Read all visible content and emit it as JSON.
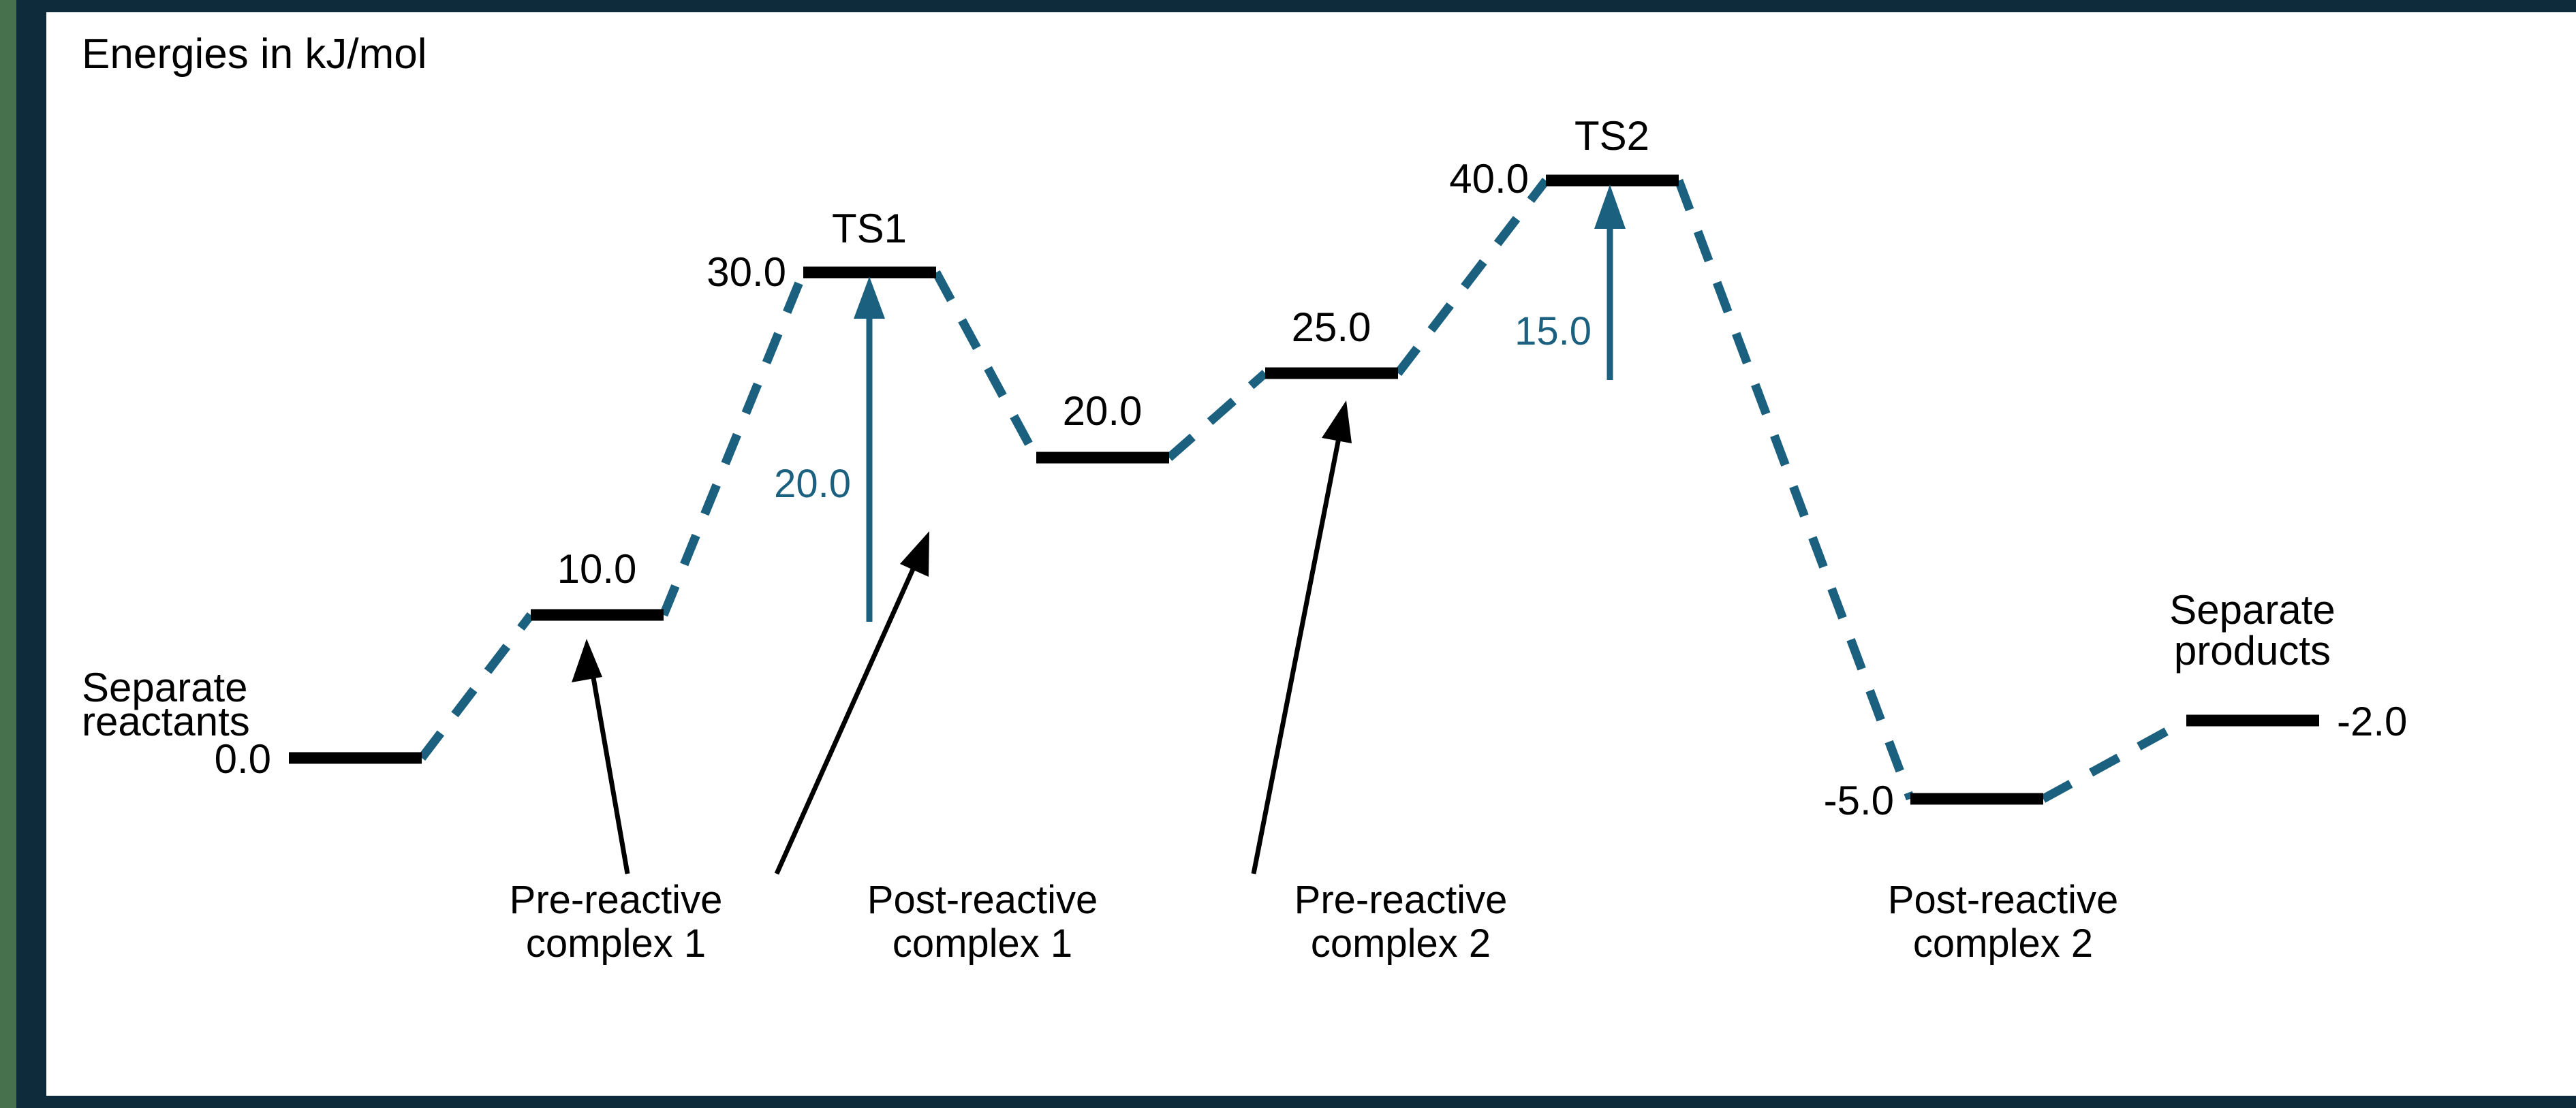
{
  "figure": {
    "title": "Energies in kJ/mol",
    "frame_color": "#0d2b3a",
    "outer_color": "#47704c",
    "plot_background": "#ffffff",
    "level_color": "#000000",
    "connector_color": "#1b607e",
    "barrier_color": "#1b607e",
    "annotation_color": "#000000"
  },
  "chart_data": {
    "type": "line",
    "title": "Energies in kJ/mol",
    "xlabel": "",
    "ylabel": "Energies in kJ/mol",
    "units": "kJ/mol",
    "grid": false,
    "legend": "none",
    "ylim": [
      -5.0,
      40.0
    ],
    "categories": [
      "Separate reactants",
      "Pre-reactive complex 1",
      "TS1",
      "Post-reactive complex 1",
      "Pre-reactive complex 2",
      "TS2",
      "Post-reactive complex 2",
      "Separate products"
    ],
    "values": [
      0.0,
      10.0,
      30.0,
      20.0,
      25.0,
      40.0,
      -5.0,
      -2.0
    ],
    "value_labels": [
      "0.0",
      "10.0",
      "30.0",
      "20.0",
      "25.0",
      "40.0",
      "-5.0",
      "-2.0"
    ],
    "barriers": [
      {
        "name": "TS1 barrier",
        "label": "20.0",
        "value": 20.0,
        "from": "Pre-reactive complex 1",
        "to": "TS1"
      },
      {
        "name": "TS2 barrier",
        "label": "15.0",
        "value": 15.0,
        "from": "Pre-reactive complex 2",
        "to": "TS2"
      }
    ]
  },
  "levels": [
    {
      "id": "reactants",
      "energy_label": "0.0",
      "name_label": "Separate\nreactants",
      "name_line1": "Separate",
      "name_line2": "reactants"
    },
    {
      "id": "pre1",
      "energy_label": "10.0",
      "name_line1": "Pre-reactive",
      "name_line2": "complex 1"
    },
    {
      "id": "ts1",
      "energy_label": "30.0",
      "name_line1": "TS1",
      "name_line2": ""
    },
    {
      "id": "post1",
      "energy_label": "20.0",
      "name_line1": "Post-reactive",
      "name_line2": "complex 1"
    },
    {
      "id": "pre2",
      "energy_label": "25.0",
      "name_line1": "Pre-reactive",
      "name_line2": "complex 2"
    },
    {
      "id": "ts2",
      "energy_label": "40.0",
      "name_line1": "TS2",
      "name_line2": ""
    },
    {
      "id": "post2",
      "energy_label": "-5.0",
      "name_line1": "Post-reactive",
      "name_line2": "complex 2"
    },
    {
      "id": "products",
      "energy_label": "-2.0",
      "name_line1": "Separate",
      "name_line2": "products"
    }
  ],
  "labels": {
    "title": "Energies in kJ/mol",
    "e_reactants": "0.0",
    "e_pre1": "10.0",
    "e_ts1": "30.0",
    "e_post1": "20.0",
    "e_pre2": "25.0",
    "e_ts2": "40.0",
    "e_post2": "-5.0",
    "e_products": "-2.0",
    "n_reactants_1": "Separate",
    "n_reactants_2": "reactants",
    "n_ts1": "TS1",
    "n_ts2": "TS2",
    "n_products_1": "Separate",
    "n_products_2": "products",
    "a_pre1_1": "Pre-reactive",
    "a_pre1_2": "complex 1",
    "a_post1_1": "Post-reactive",
    "a_post1_2": "complex 1",
    "a_pre2_1": "Pre-reactive",
    "a_pre2_2": "complex 2",
    "a_post2_1": "Post-reactive",
    "a_post2_2": "complex 2",
    "barrier_ts1": "20.0",
    "barrier_ts2": "15.0"
  }
}
